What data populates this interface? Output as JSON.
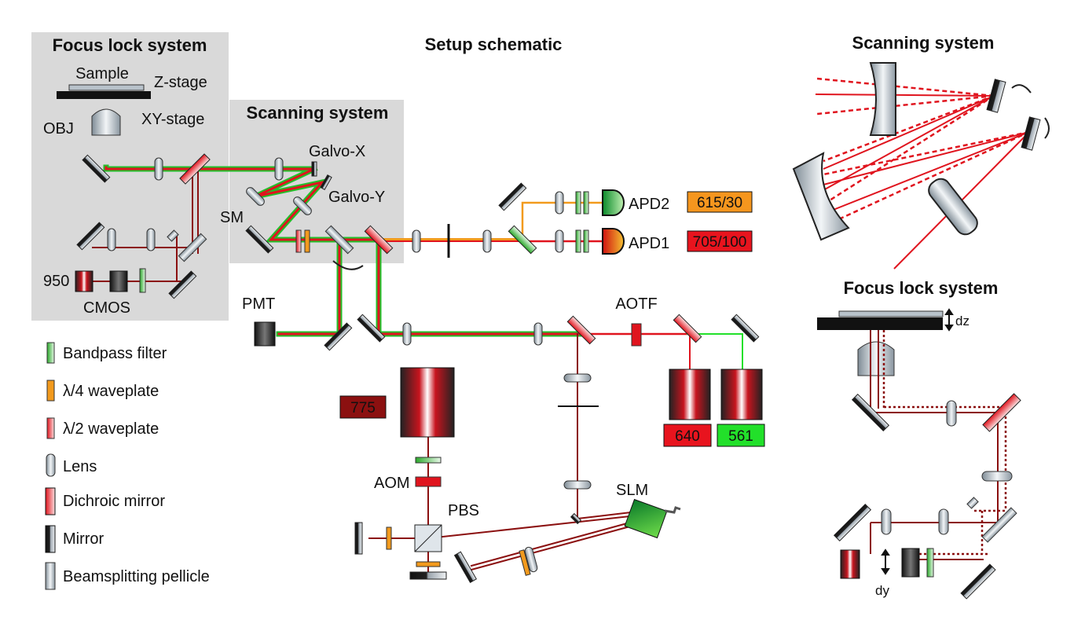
{
  "titles": {
    "setup": "Setup schematic",
    "focus_lock": "Focus lock system",
    "scanning": "Scanning system",
    "scanning_right": "Scanning system",
    "focus_lock_right": "Focus lock system"
  },
  "labels": {
    "sample": "Sample",
    "z_stage": "Z-stage",
    "xy_stage": "XY-stage",
    "obj": "OBJ",
    "galvo_x": "Galvo-X",
    "galvo_y": "Galvo-Y",
    "sm": "SM",
    "apd2": "APD2",
    "apd1": "APD1",
    "pmt": "PMT",
    "aotf": "AOTF",
    "aom": "AOM",
    "pbs": "PBS",
    "slm": "SLM",
    "cmos": "CMOS",
    "l950": "950",
    "dz": "dz",
    "dy": "dy"
  },
  "badges": {
    "apd2_filter": "615/30",
    "apd1_filter": "705/100",
    "laser_775": "775",
    "laser_640": "640",
    "laser_561": "561"
  },
  "legend": [
    {
      "label": "Bandpass filter",
      "icon": "bandpass-filter-icon"
    },
    {
      "label": "λ/4 waveplate",
      "icon": "quarter-waveplate-icon"
    },
    {
      "label": "λ/2 waveplate",
      "icon": "half-waveplate-icon"
    },
    {
      "label": "Lens",
      "icon": "lens-icon"
    },
    {
      "label": "Dichroic mirror",
      "icon": "dichroic-mirror-icon"
    },
    {
      "label": "Mirror",
      "icon": "mirror-icon"
    },
    {
      "label": "Beamsplitting pellicle",
      "icon": "pellicle-icon"
    }
  ],
  "colors": {
    "beam_red": "#e0141e",
    "beam_green": "#22c02a",
    "beam_dark": "#8b1010",
    "beam_orange": "#f29a1d",
    "panel_gray": "#d9d9d9",
    "badge_orange": "#f5961e",
    "badge_red": "#e8141e",
    "badge_darkred": "#8b1010",
    "badge_green": "#22e02a"
  }
}
